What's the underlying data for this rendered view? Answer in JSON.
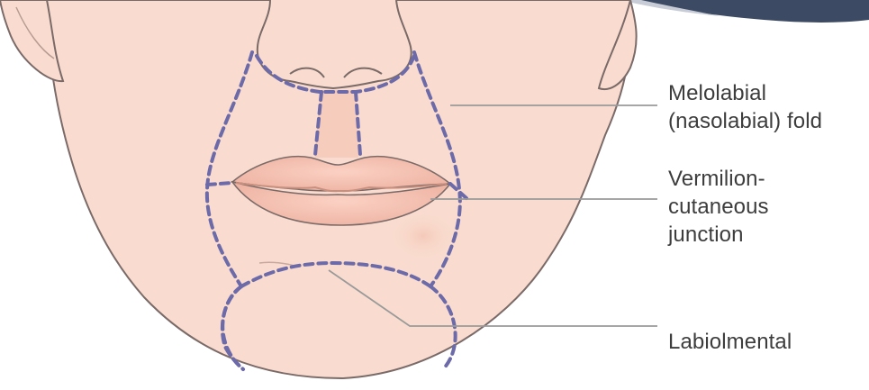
{
  "labels": {
    "melolabial": [
      "Melolabial",
      "(nasolabial) fold"
    ],
    "vermilion": [
      "Vermilion-",
      "cutaneous",
      "junction"
    ],
    "labiomental": [
      "Labiolmental"
    ]
  },
  "colors": {
    "skin": "#f9dccf",
    "skin_outline": "#7a6a68",
    "lip": "#f0b7a6",
    "dashed_region": "#6c6aa8",
    "leader_line": "#9a9a9a",
    "corner_banner": "#3d4a63",
    "label_text": "#3d3d3d"
  }
}
